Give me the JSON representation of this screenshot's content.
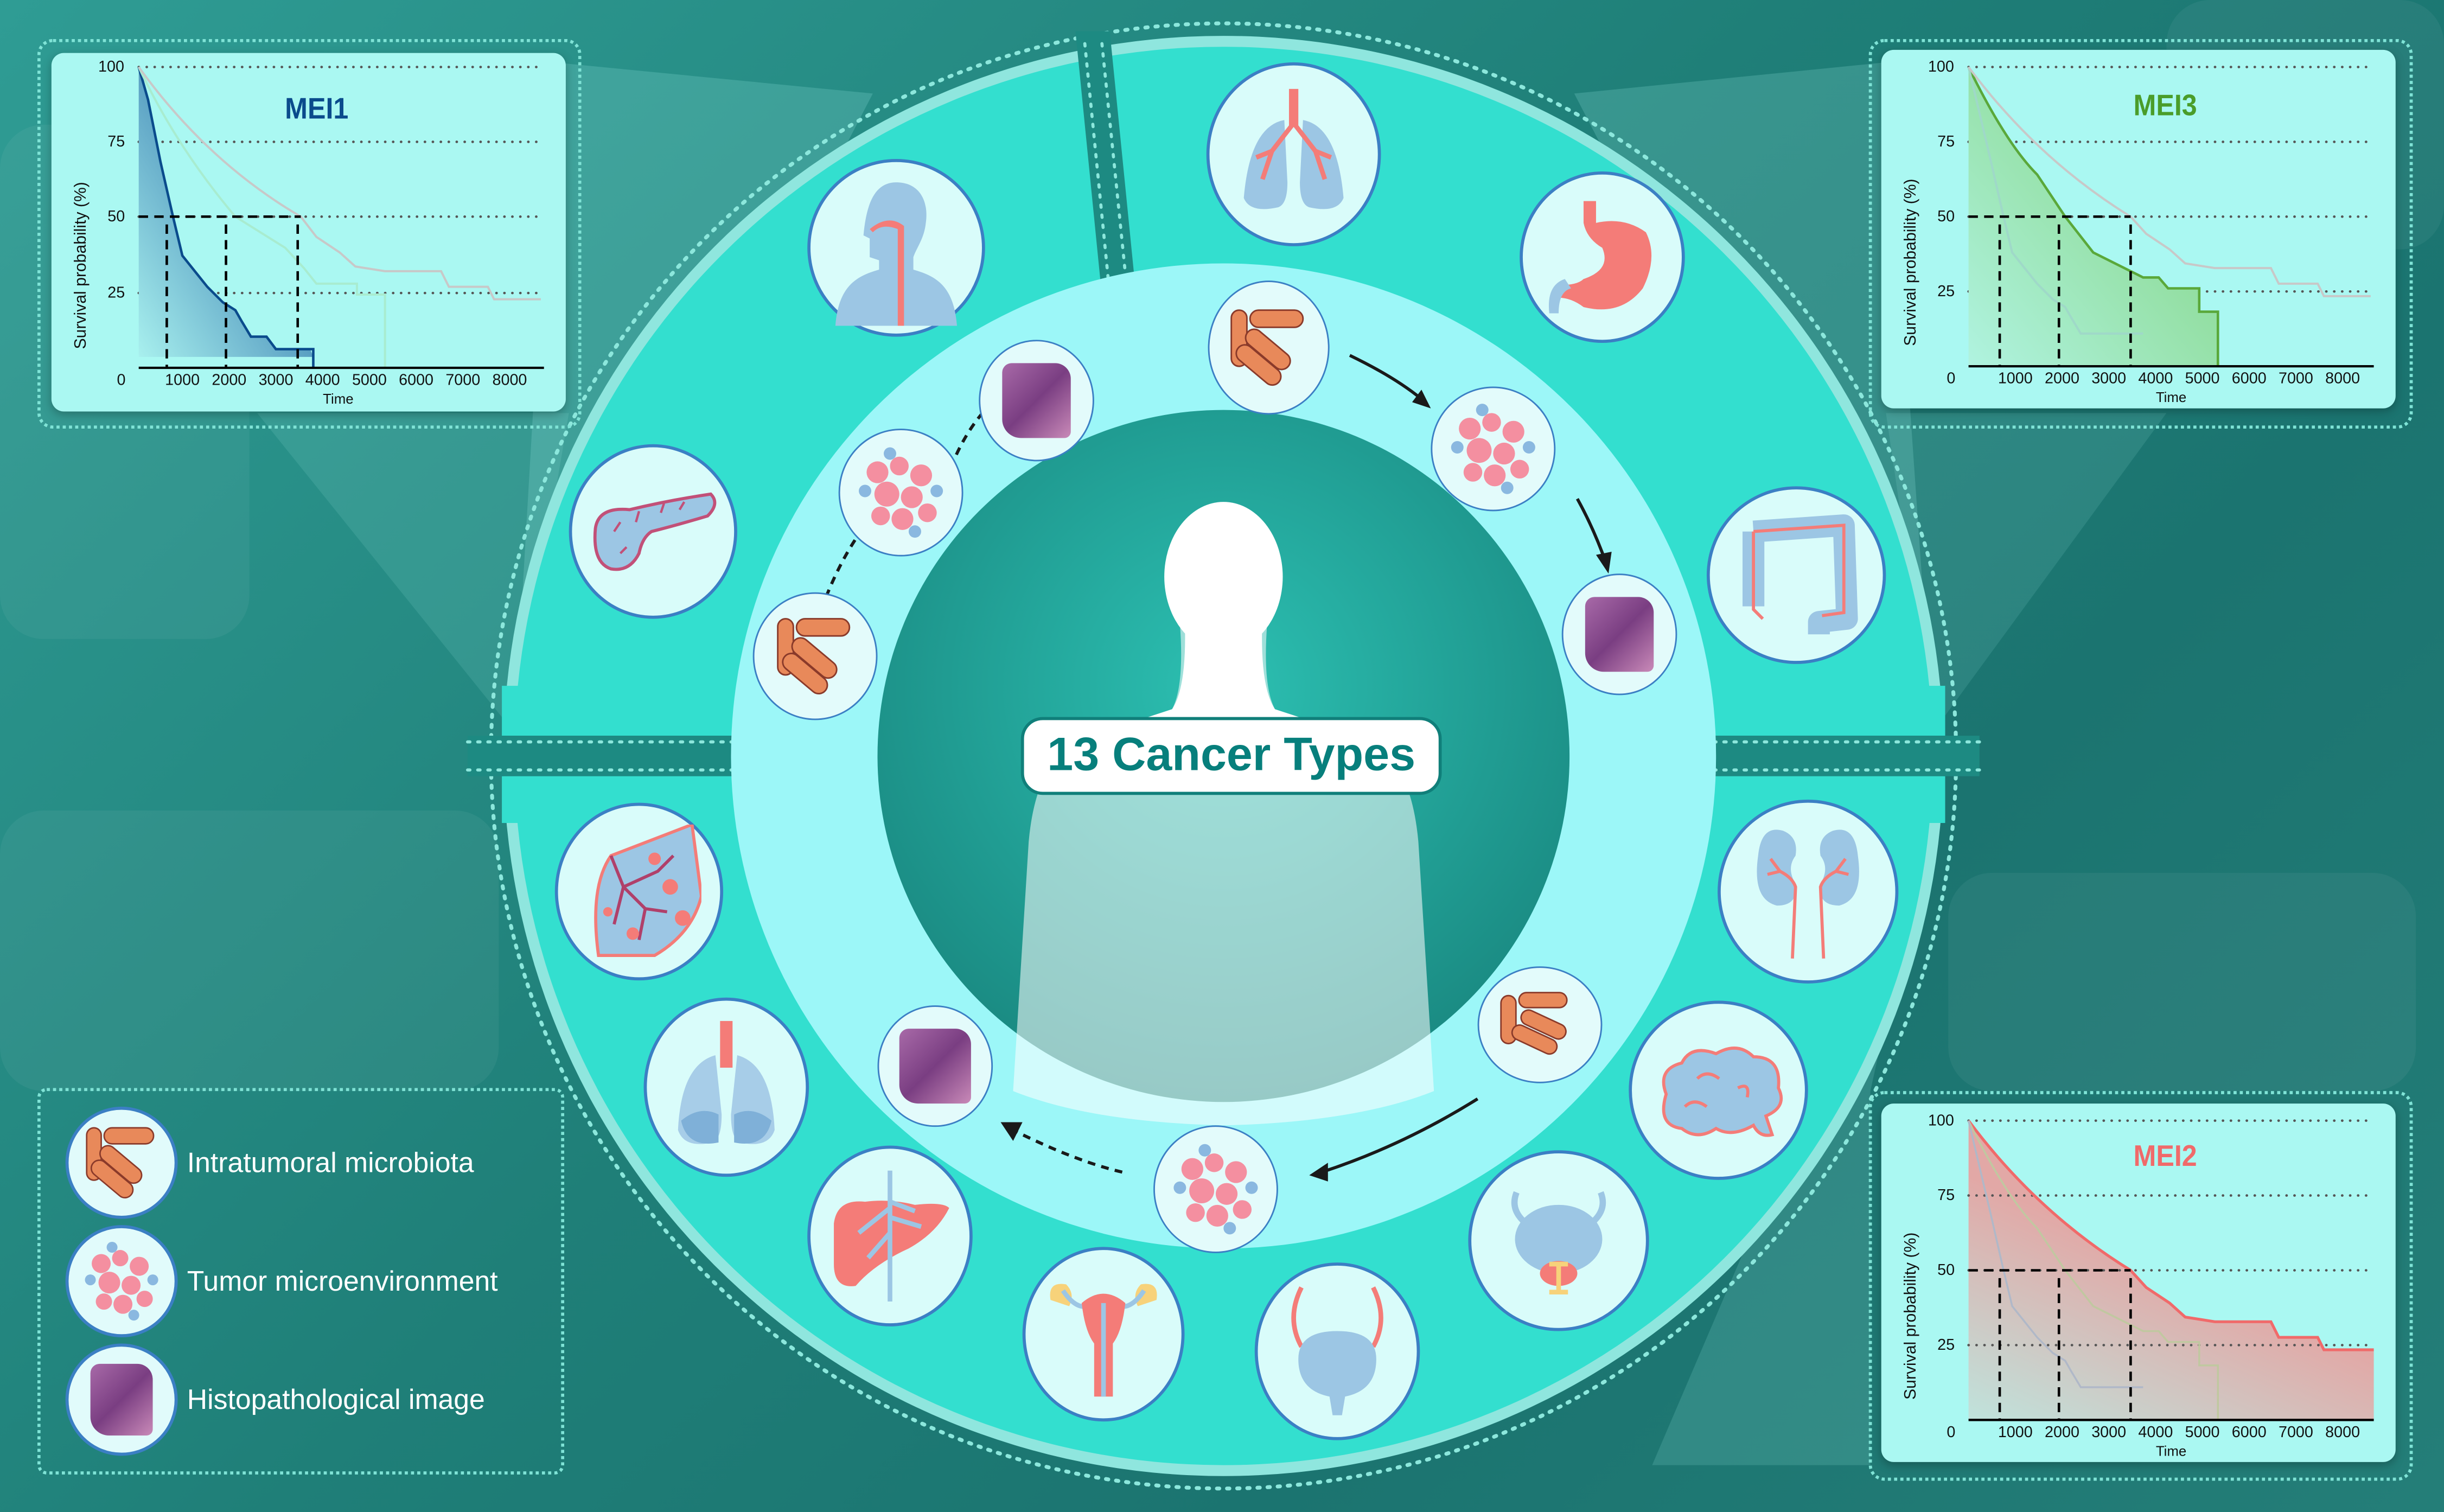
{
  "center": {
    "title": "13 Cancer Types"
  },
  "legend": {
    "items": [
      {
        "label": "Intratumoral microbiota",
        "icon": "bacteria-icon"
      },
      {
        "label": "Tumor microenvironment",
        "icon": "tumor-cells-icon"
      },
      {
        "label": "Histopathological image",
        "icon": "histology-slide-icon"
      }
    ]
  },
  "organs": [
    {
      "name": "head-and-neck",
      "icon": "head-neck-icon"
    },
    {
      "name": "pancreas",
      "icon": "pancreas-icon"
    },
    {
      "name": "lung-top",
      "icon": "lung-icon"
    },
    {
      "name": "stomach",
      "icon": "stomach-icon"
    },
    {
      "name": "colon",
      "icon": "colon-icon"
    },
    {
      "name": "kidney",
      "icon": "kidney-icon"
    },
    {
      "name": "brain",
      "icon": "brain-icon"
    },
    {
      "name": "prostate",
      "icon": "prostate-icon"
    },
    {
      "name": "bladder",
      "icon": "bladder-icon"
    },
    {
      "name": "uterus",
      "icon": "uterus-icon"
    },
    {
      "name": "liver",
      "icon": "liver-icon"
    },
    {
      "name": "lung-lower",
      "icon": "lung-icon"
    },
    {
      "name": "breast",
      "icon": "breast-icon"
    }
  ],
  "charts": {
    "mei1": {
      "title": "MEI1",
      "color": "#0a4b8c"
    },
    "mei2": {
      "title": "MEI2",
      "color": "#f06a6a"
    },
    "mei3": {
      "title": "MEI3",
      "color": "#4a9d2a"
    },
    "ylabel": "Survival probability (%)",
    "xlabel": "Time",
    "yticks": [
      "0",
      "25",
      "50",
      "75",
      "100"
    ],
    "xticks": [
      "1000",
      "2000",
      "3000",
      "4000",
      "5000",
      "6000",
      "7000",
      "8000"
    ]
  },
  "chart_data": [
    {
      "type": "line",
      "title": "MEI1",
      "xlabel": "Time",
      "ylabel": "Survival probability (%)",
      "xlim": [
        0,
        8600
      ],
      "ylim": [
        0,
        100
      ],
      "grid": "dotted horizontal at 25, 50, 75, 100",
      "highlighted_series": "MEI1",
      "series": [
        {
          "name": "MEI1",
          "color": "#0a4b8c",
          "x": [
            0,
            300,
            500,
            700,
            900,
            1200,
            1600,
            1900,
            2200,
            2600,
            3700
          ],
          "y": [
            100,
            85,
            70,
            50,
            40,
            35,
            25,
            23,
            15,
            11,
            11
          ]
        },
        {
          "name": "MEI2",
          "color": "#c8c8c8",
          "x": [
            0,
            1000,
            2000,
            3000,
            3500,
            4000,
            4500,
            5000,
            6500,
            7500,
            8600
          ],
          "y": [
            100,
            76,
            64,
            53,
            50,
            42,
            35,
            31,
            30,
            25,
            22
          ]
        },
        {
          "name": "MEI3",
          "color": "#9ae8c8",
          "x": [
            0,
            500,
            1000,
            2000,
            3000,
            3500,
            4000,
            4600,
            5300
          ],
          "y": [
            100,
            80,
            64,
            49,
            36,
            31,
            27,
            20,
            0
          ]
        }
      ],
      "median_markers_x": [
        700,
        1900,
        3500
      ]
    },
    {
      "type": "line",
      "title": "MEI3",
      "xlabel": "Time",
      "ylabel": "Survival probability (%)",
      "xlim": [
        0,
        8600
      ],
      "ylim": [
        0,
        100
      ],
      "highlighted_series": "MEI3",
      "series": [
        {
          "name": "MEI3",
          "color": "#4a9d2a",
          "x": [
            0,
            500,
            1000,
            1500,
            2000,
            2500,
            3000,
            3500,
            4000,
            4600,
            5300
          ],
          "y": [
            100,
            78,
            67,
            57,
            49,
            41,
            36,
            31,
            27,
            20,
            0
          ]
        },
        {
          "name": "MEI2",
          "color": "#c8c8c8",
          "x": [
            0,
            1000,
            2000,
            3000,
            3500,
            4000,
            5000,
            6500,
            7500,
            8600
          ],
          "y": [
            100,
            76,
            64,
            53,
            50,
            42,
            31,
            30,
            25,
            22
          ]
        },
        {
          "name": "MEI1",
          "color": "#9ed9c8",
          "x": [
            0,
            700,
            900,
            1600,
            1900,
            2200,
            2600,
            3700
          ],
          "y": [
            100,
            50,
            40,
            25,
            23,
            15,
            11,
            11
          ]
        }
      ],
      "median_markers_x": [
        700,
        1900,
        3500
      ]
    },
    {
      "type": "line",
      "title": "MEI2",
      "xlabel": "Time",
      "ylabel": "Survival probability (%)",
      "xlim": [
        0,
        8600
      ],
      "ylim": [
        0,
        100
      ],
      "highlighted_series": "MEI2",
      "series": [
        {
          "name": "MEI2",
          "color": "#f06a6a",
          "x": [
            0,
            500,
            1000,
            2000,
            3000,
            3500,
            4000,
            4500,
            5000,
            6500,
            7500,
            8600
          ],
          "y": [
            100,
            87,
            76,
            64,
            53,
            50,
            42,
            35,
            31,
            30,
            25,
            22
          ]
        },
        {
          "name": "MEI3",
          "color": "#c0c8a0",
          "x": [
            0,
            1000,
            2000,
            3000,
            3500,
            4000,
            4600,
            5300
          ],
          "y": [
            100,
            66,
            49,
            36,
            31,
            27,
            20,
            0
          ]
        },
        {
          "name": "MEI1",
          "color": "#b0b8c8",
          "x": [
            0,
            700,
            900,
            1600,
            1900,
            2200,
            2600,
            3700
          ],
          "y": [
            100,
            50,
            40,
            25,
            23,
            15,
            11,
            11
          ]
        }
      ],
      "median_markers_x": [
        700,
        1900,
        3500
      ]
    }
  ]
}
